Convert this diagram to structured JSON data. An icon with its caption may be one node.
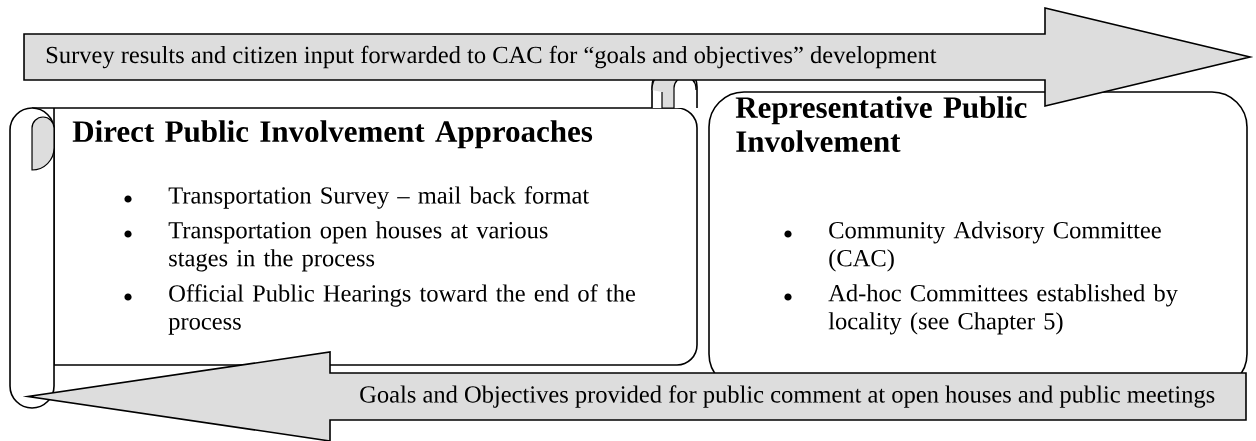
{
  "diagram": {
    "nodes": [
      {
        "text": [
          "Direct Public Involvement Approaches",
          "Transportation Survey – mail back format",
          "Transportation open houses at various stages in the process",
          "Official Public Hearings toward the end of the process"
        ]
      },
      {
        "text": [
          "Representative Public Involvement",
          "Community Advisory Committee (CAC)",
          "Ad-hoc Committees established by locality (see Chapter 5)"
        ]
      }
    ],
    "edges": [
      {
        "from": 0,
        "to": 1,
        "arrow": "to",
        "label": "Survey results and citizen input forwarded to CAC for “goals and objectives” development"
      },
      {
        "from": 1,
        "to": 0,
        "arrow": "to",
        "label": "Goals and Objectives provided for public comment at open houses and public meetings"
      }
    ]
  }
}
